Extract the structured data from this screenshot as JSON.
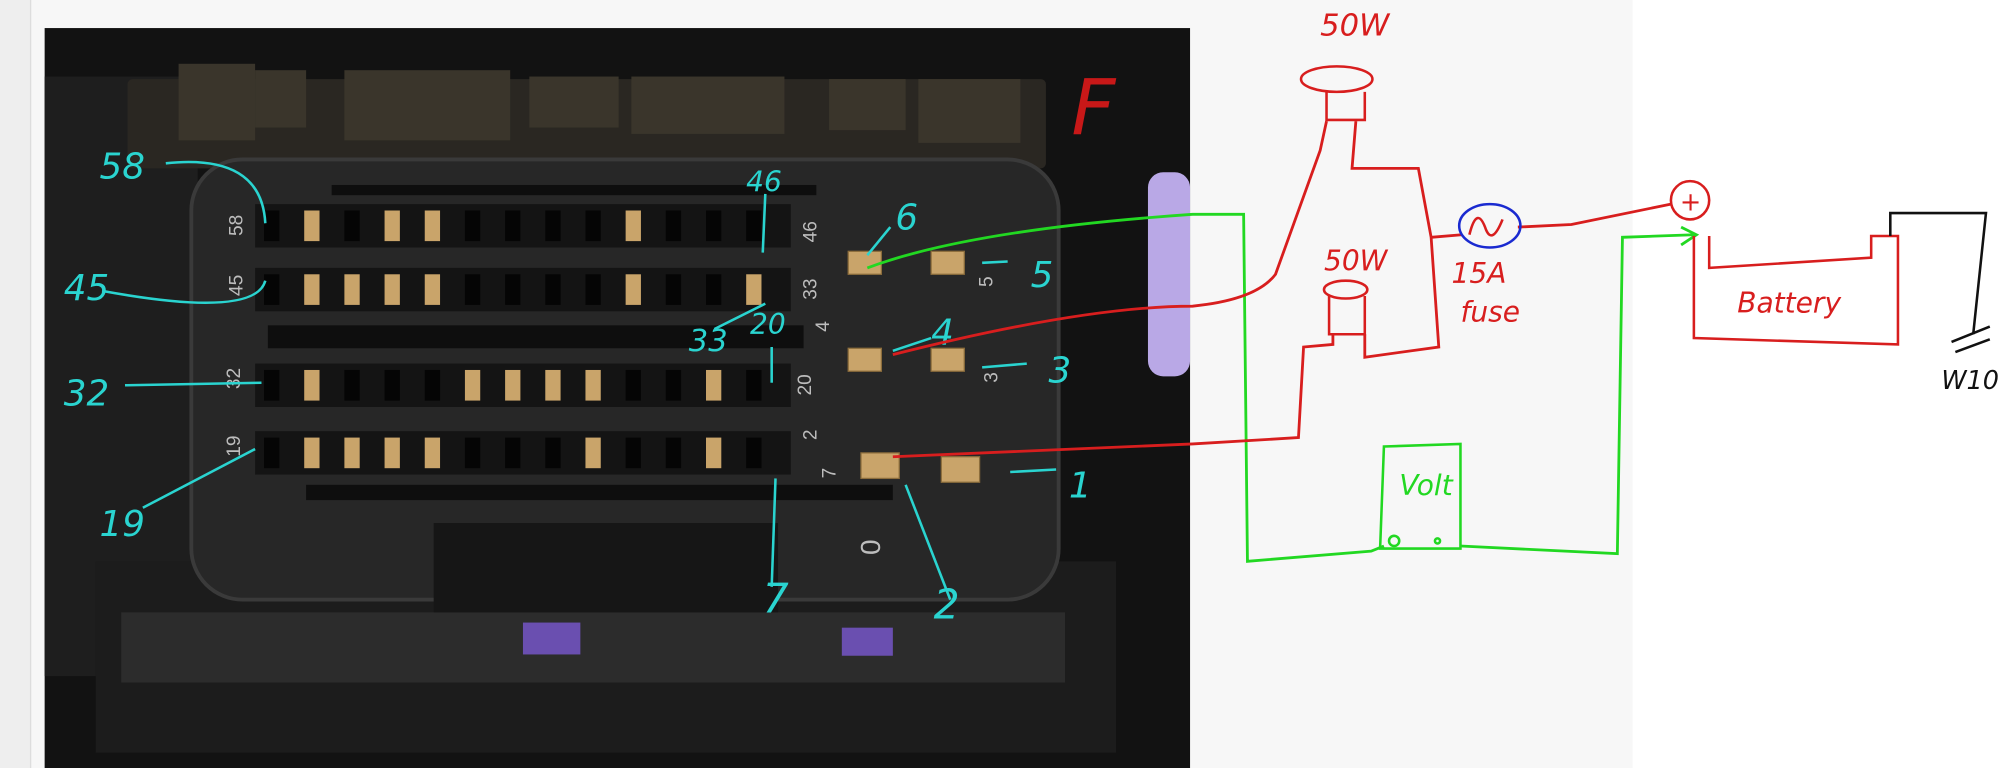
{
  "colors": {
    "annotation": "#2ad4d0",
    "wire_red": "#d81e1e",
    "wire_green": "#22d822",
    "fuse_circle": "#1a2ad0",
    "ground": "#111111",
    "canvas": "#f7f7f7"
  },
  "photo": {
    "molded_labels": [
      "58",
      "45",
      "32",
      "19",
      "33",
      "46",
      "5",
      "4",
      "20",
      "2",
      "3",
      "7",
      "0"
    ],
    "pin_annotations": {
      "p58": "58",
      "p45": "45",
      "p32": "32",
      "p19": "19",
      "p46": "46",
      "p33": "33",
      "p20": "20",
      "p6": "6",
      "p5": "5",
      "p4": "4",
      "p3": "3",
      "p1": "1",
      "p2": "2",
      "p7": "7"
    },
    "corner_mark": "F"
  },
  "diagram": {
    "lamp_top_label": "50W",
    "lamp_mid_label": "50W",
    "fuse_rating": "15A",
    "fuse_label": "fuse",
    "positive_symbol": "+",
    "battery_label": "Battery",
    "voltmeter_label": "Volt",
    "ground_label": "W10"
  }
}
